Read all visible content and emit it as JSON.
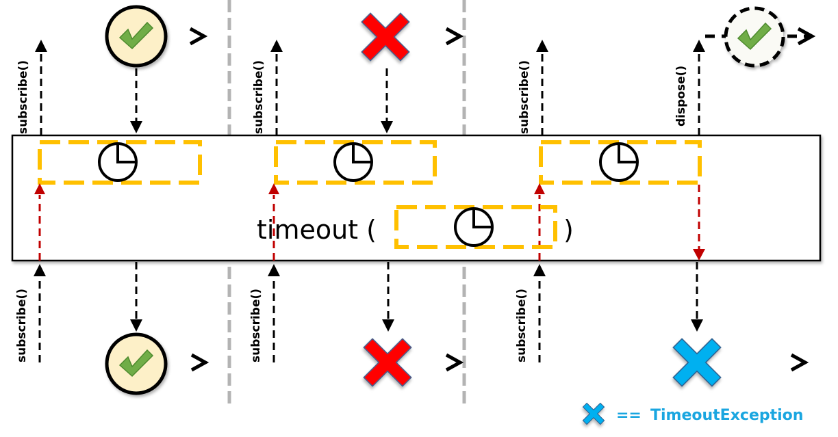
{
  "operator": {
    "label": "timeout (",
    "close": ")",
    "argument_icon": "timer-icon"
  },
  "labels": {
    "subscribe": "subscribe()",
    "dispose": "dispose()"
  },
  "legend": {
    "icon": "blue-x-icon",
    "equals": "==",
    "text": "TimeoutException"
  },
  "colors": {
    "timer_box": "#ffc000",
    "success_fill": "#fdf0c8",
    "check": "#70ad47",
    "error_red": "#ff0000",
    "timeout_blue": "#00b0f0",
    "signal_red": "#c00000",
    "separator": "#b3b3b3"
  },
  "scenarios": [
    {
      "name": "emits-before-timeout",
      "source_event": "success",
      "result_event": "success"
    },
    {
      "name": "errors-before-timeout",
      "source_event": "error",
      "result_event": "error"
    },
    {
      "name": "timeout-fires",
      "source_event": "success-after-dispose",
      "result_event": "timeout-exception"
    }
  ]
}
